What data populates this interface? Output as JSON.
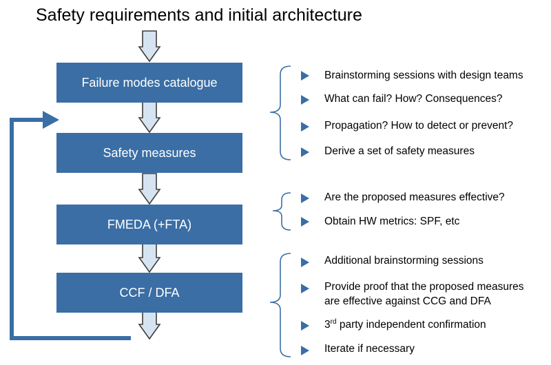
{
  "title": "Safety requirements and initial architecture",
  "colors": {
    "box": "#3a6ea5",
    "arrow_fill": "#d6e4f2",
    "arrow_stroke": "#3d3d3d",
    "loop": "#3a6ea5",
    "bullet": "#3a6ea5"
  },
  "steps": [
    {
      "label": "Failure modes catalogue"
    },
    {
      "label": "Safety measures"
    },
    {
      "label": "FMEDA (+FTA)"
    },
    {
      "label": "CCF / DFA"
    }
  ],
  "groups": [
    {
      "items": [
        "Brainstorming sessions with design teams",
        "What can fail? How? Consequences?",
        "Propagation? How to detect or prevent?",
        "Derive a set of safety measures"
      ]
    },
    {
      "items": [
        "Are the proposed measures effective?",
        "Obtain HW metrics: SPF, etc"
      ]
    },
    {
      "items": [
        "Additional brainstorming sessions",
        "Provide proof that the proposed measures",
        "are effective against CCG and DFA",
        {
          "prefix": "3",
          "sup": "rd",
          "text": " party independent confirmation"
        },
        "Iterate if necessary"
      ]
    }
  ]
}
